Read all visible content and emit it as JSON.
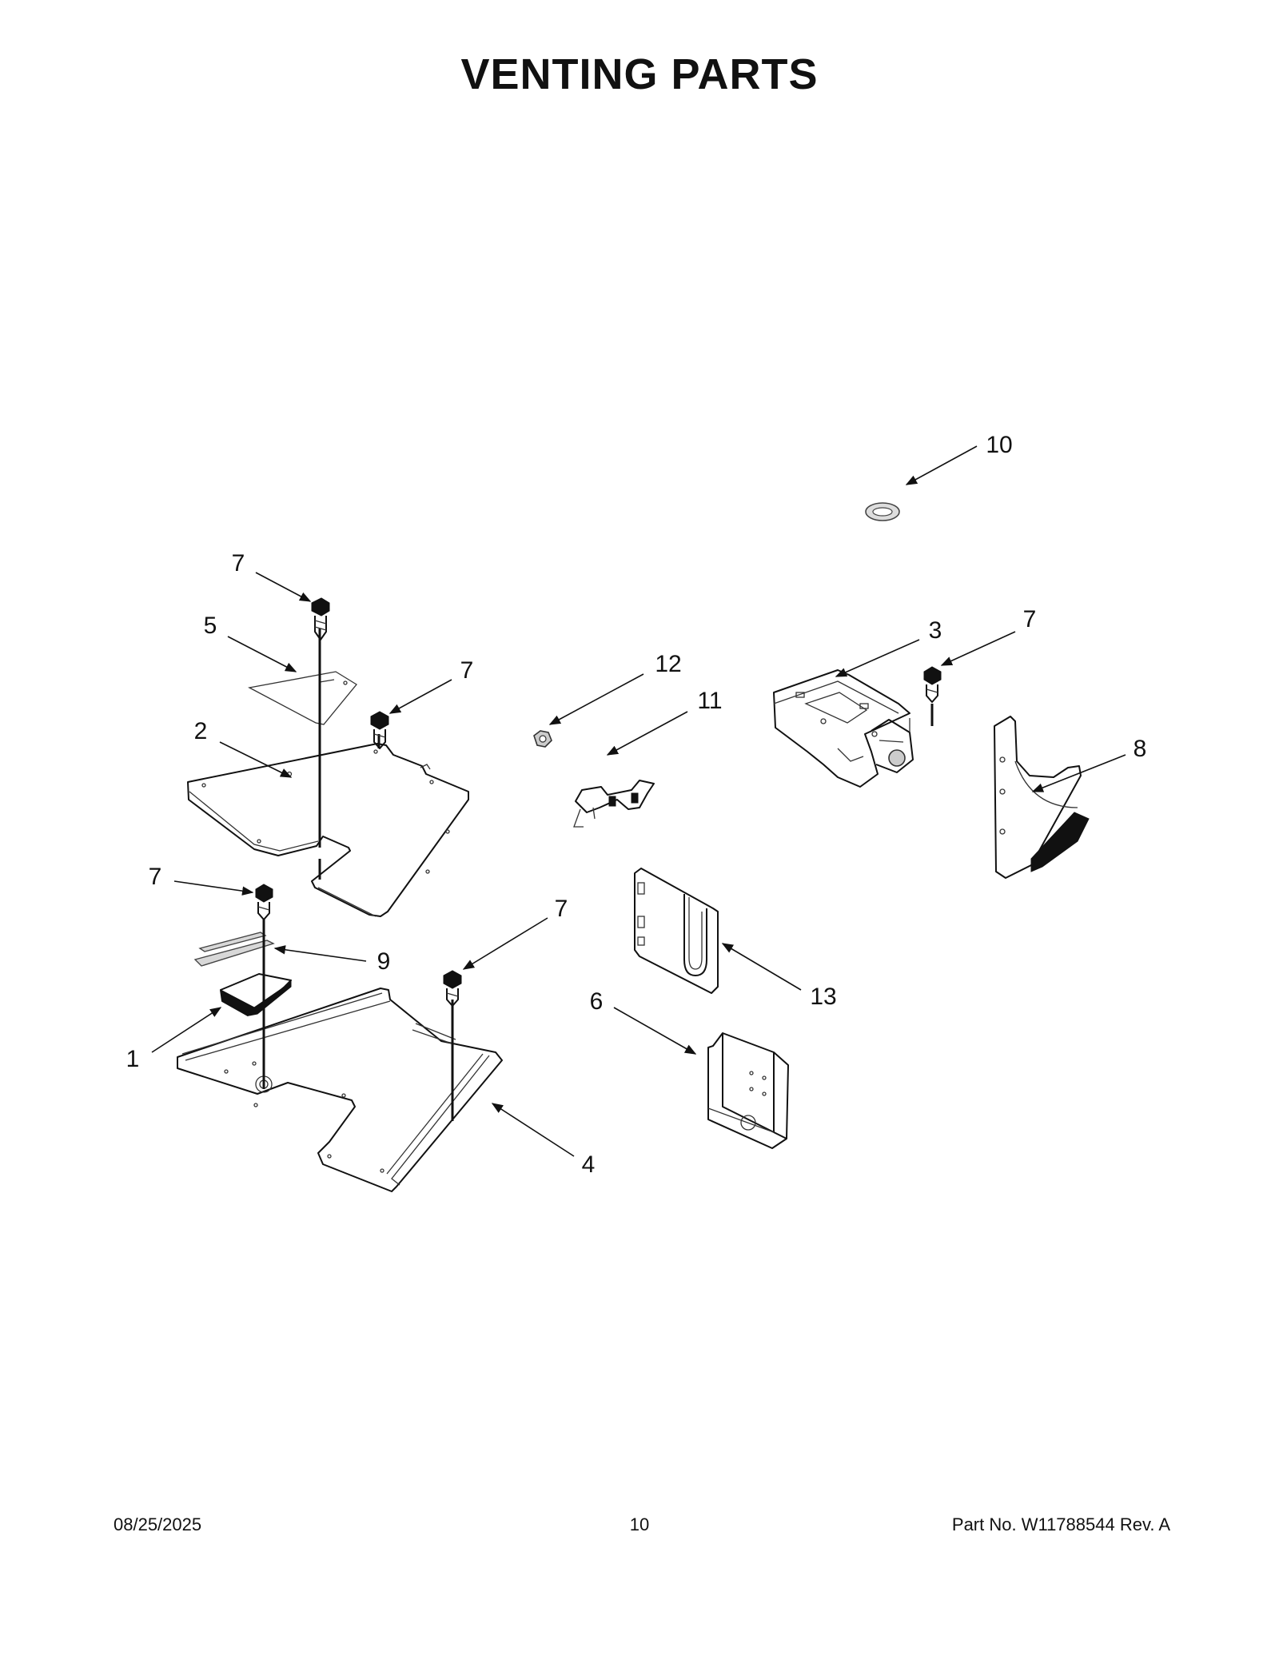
{
  "page": {
    "title": "VENTING PARTS",
    "footer": {
      "date": "08/25/2025",
      "page_number": "10",
      "part_number": "Part No.  W11788544   Rev.  A"
    }
  },
  "diagram": {
    "callouts": [
      {
        "id": "c1",
        "label": "1"
      },
      {
        "id": "c2",
        "label": "2"
      },
      {
        "id": "c3",
        "label": "3"
      },
      {
        "id": "c4",
        "label": "4"
      },
      {
        "id": "c5",
        "label": "5"
      },
      {
        "id": "c6",
        "label": "6"
      },
      {
        "id": "c7a",
        "label": "7"
      },
      {
        "id": "c7b",
        "label": "7"
      },
      {
        "id": "c7c",
        "label": "7"
      },
      {
        "id": "c7d",
        "label": "7"
      },
      {
        "id": "c7e",
        "label": "7"
      },
      {
        "id": "c8",
        "label": "8"
      },
      {
        "id": "c9",
        "label": "9"
      },
      {
        "id": "c10",
        "label": "10"
      },
      {
        "id": "c11",
        "label": "11"
      },
      {
        "id": "c12",
        "label": "12"
      },
      {
        "id": "c13",
        "label": "13"
      }
    ]
  }
}
